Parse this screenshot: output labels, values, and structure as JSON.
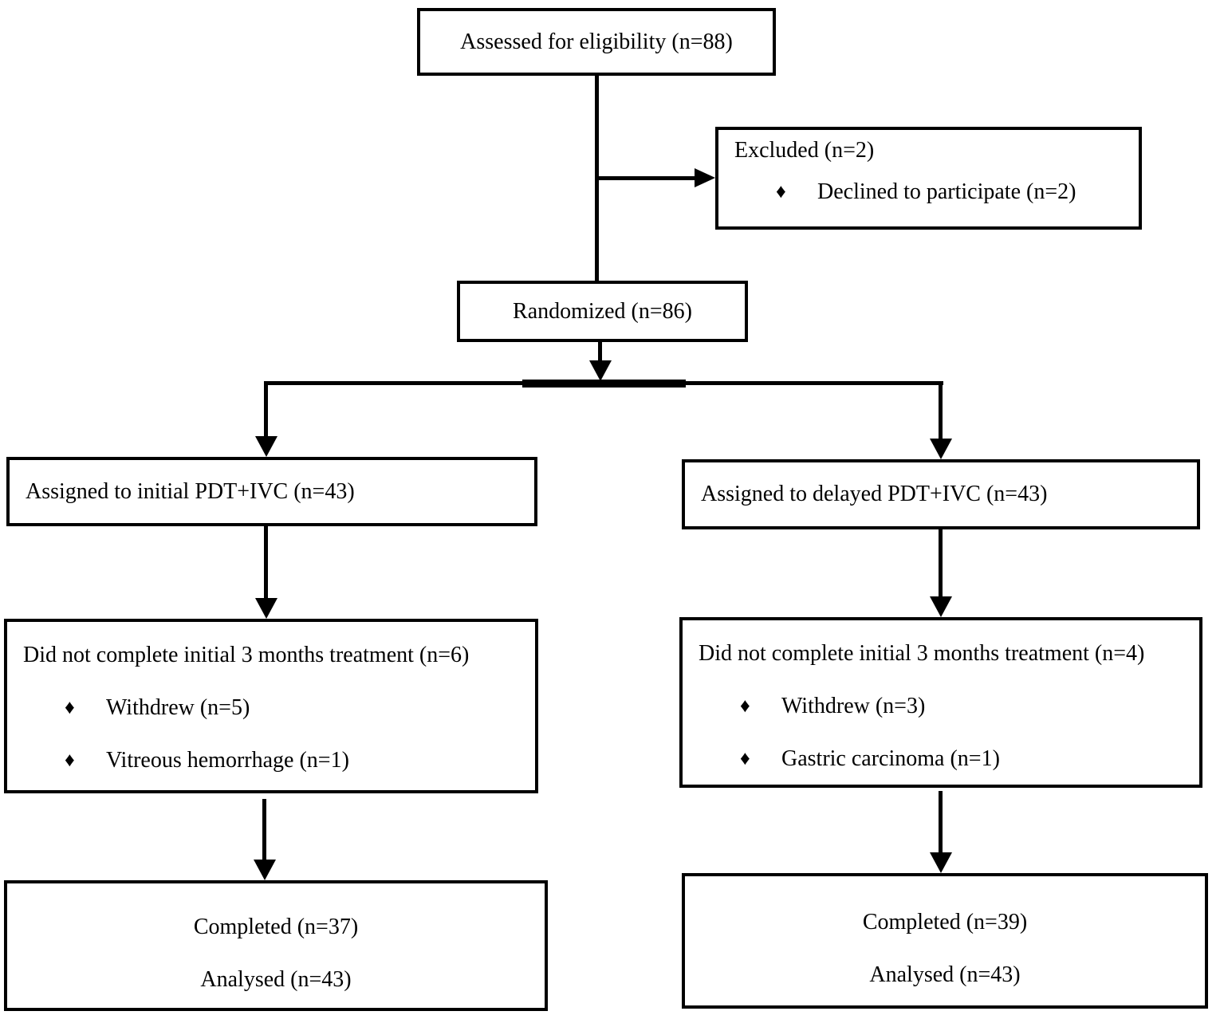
{
  "diagram": {
    "type": "consort-flow",
    "bullet_glyph": "♦",
    "colors": {
      "line": "#000000",
      "background": "#ffffff",
      "text": "#000000"
    },
    "boxes": {
      "assessed": {
        "label": "Assessed for eligibility (n=88)"
      },
      "excluded": {
        "label": "Excluded (n=2)",
        "bullets": [
          "Declined to participate (n=2)"
        ]
      },
      "randomized": {
        "label": "Randomized (n=86)"
      },
      "assigned_left": {
        "label": "Assigned to initial PDT+IVC (n=43)"
      },
      "assigned_right": {
        "label": "Assigned to delayed PDT+IVC (n=43)"
      },
      "dropout_left": {
        "label": "Did not complete initial 3 months treatment (n=6)",
        "bullets": [
          "Withdrew (n=5)",
          "Vitreous hemorrhage (n=1)"
        ]
      },
      "dropout_right": {
        "label": "Did not complete initial 3 months treatment (n=4)",
        "bullets": [
          "Withdrew (n=3)",
          "Gastric carcinoma (n=1)"
        ]
      },
      "completed_left": {
        "lines": [
          "Completed (n=37)",
          "Analysed (n=43)"
        ]
      },
      "completed_right": {
        "lines": [
          "Completed (n=39)",
          "Analysed (n=43)"
        ]
      }
    }
  }
}
